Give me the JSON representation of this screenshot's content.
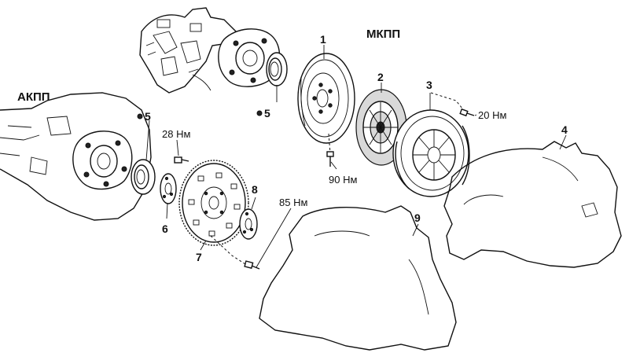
{
  "titles": {
    "mkpp": "МКПП",
    "akpp": "АКПП"
  },
  "callouts": {
    "p1": "1",
    "p2": "2",
    "p3": "3",
    "p4": "4",
    "p5_mkpp": "5",
    "p5_akpp": "5",
    "p6": "6",
    "p7": "7",
    "p8": "8",
    "p9": "9"
  },
  "torques": {
    "t20": "20 Нм",
    "t90": "90 Нм",
    "t28": "28 Нм",
    "t85": "85 Нм"
  }
}
